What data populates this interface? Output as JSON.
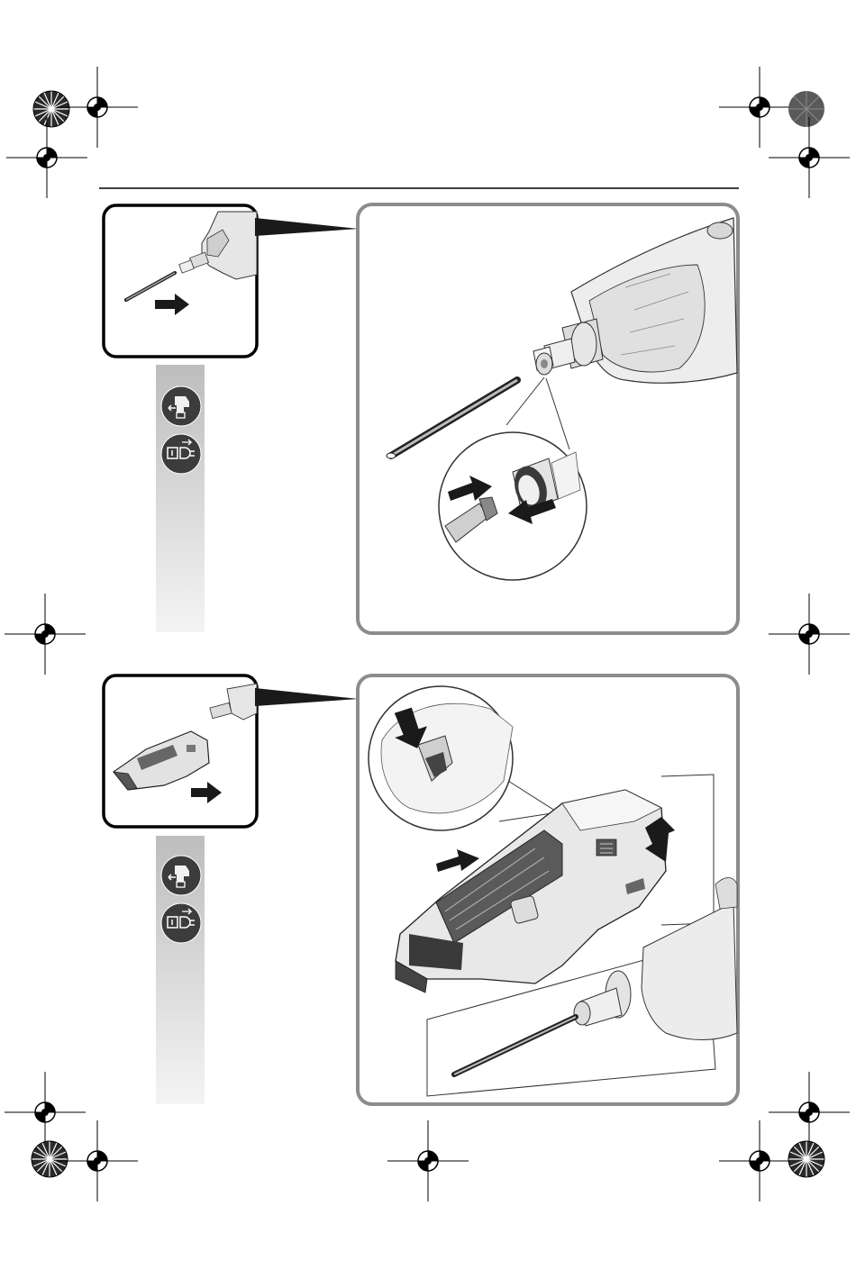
{
  "page": {
    "description_visible_text": ""
  },
  "steps": [
    {
      "id": "step-1",
      "icons": [
        "battery-remove-icon",
        "switch-off-icon"
      ],
      "detail_arrows": [
        "push-arrow",
        "pull-arrow"
      ]
    },
    {
      "id": "step-2",
      "icons": [
        "battery-remove-icon",
        "switch-off-icon"
      ],
      "detail_arrows": [
        "push-arrow",
        "press-arrow"
      ]
    }
  ],
  "colors": {
    "frame": "#8c8c8c",
    "thumb_frame": "#000000",
    "sidebar_top": "#bdbdbd",
    "sidebar_bottom": "#f2f2f2",
    "icon_bg": "#3c3c3c",
    "tool_light": "#e8e8e8",
    "tool_dark": "#555555"
  }
}
